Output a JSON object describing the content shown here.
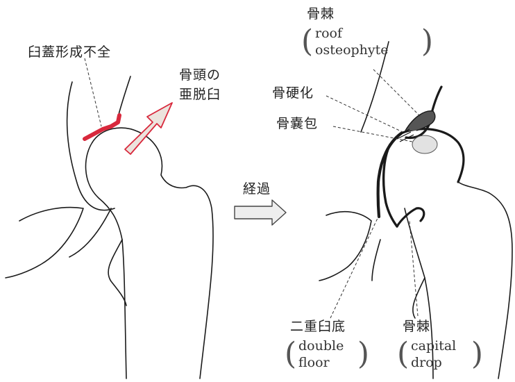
{
  "left": {
    "dysplasia_label": "臼蓋形成不全",
    "subluxation_label_line1": "骨頭の",
    "subluxation_label_line2": "亜脱臼"
  },
  "progress_label": "経過",
  "right": {
    "roof_title": "骨棘",
    "roof_sub1": "roof",
    "roof_sub2": "osteophyte",
    "sclerosis_label": "骨硬化",
    "cyst_label": "骨嚢包",
    "double_title": "二重臼底",
    "double_sub1": "double",
    "double_sub2": "floor",
    "capital_title": "骨棘",
    "capital_sub1": "capital",
    "capital_sub2": "drop"
  },
  "colors": {
    "line": "#1a1a1a",
    "accent_red": "#d8283c",
    "arrow_fill": "#ece3dd",
    "cyst_fill": "#e2e2e2"
  }
}
